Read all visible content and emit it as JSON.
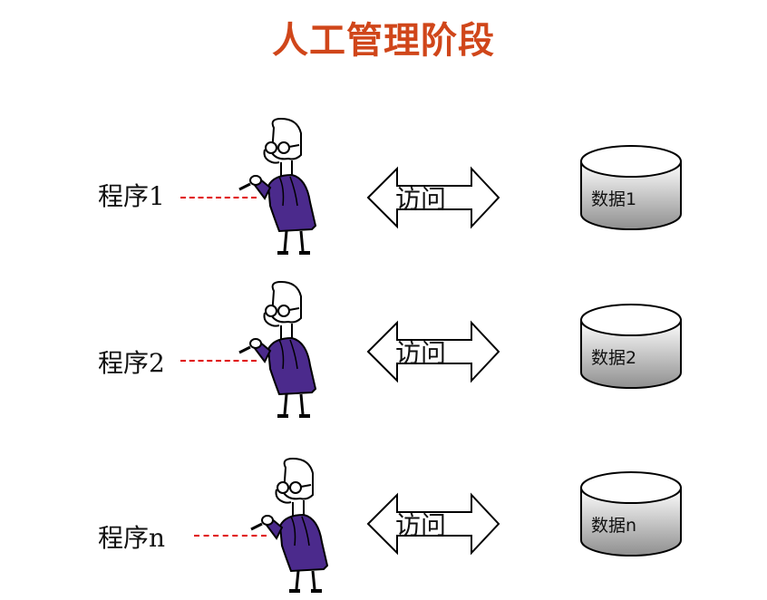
{
  "title": "人工管理阶段",
  "colors": {
    "title": "#d0461a",
    "dash": "#e00000",
    "coat": "#4b2a8c"
  },
  "rows": [
    {
      "program": "程序1",
      "access": "访问",
      "database": "数据1"
    },
    {
      "program": "程序2",
      "access": "访问",
      "database": "数据2"
    },
    {
      "program": "程序n",
      "access": "访问",
      "database": "数据n"
    }
  ]
}
